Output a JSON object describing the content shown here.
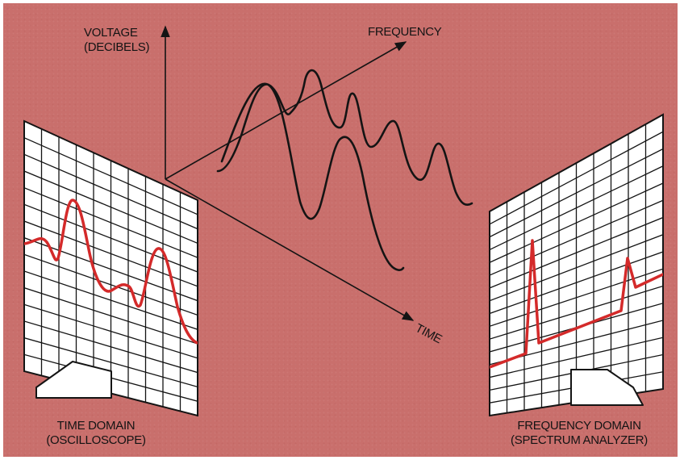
{
  "labels": {
    "voltage_line1": "VOLTAGE",
    "voltage_line2": "(DECIBELS)",
    "frequency": "FREQUENCY",
    "time": "TIME",
    "time_domain_line1": "TIME DOMAIN",
    "time_domain_line2": "(OSCILLOSCOPE)",
    "frequency_domain_line1": "FREQUENCY DOMAIN",
    "frequency_domain_line2": "(SPECTRUM ANALYZER)"
  },
  "colors": {
    "background": "#c96f6c",
    "signal": "#d42a2a",
    "ink": "#141414",
    "screen": "#ffffff"
  }
}
